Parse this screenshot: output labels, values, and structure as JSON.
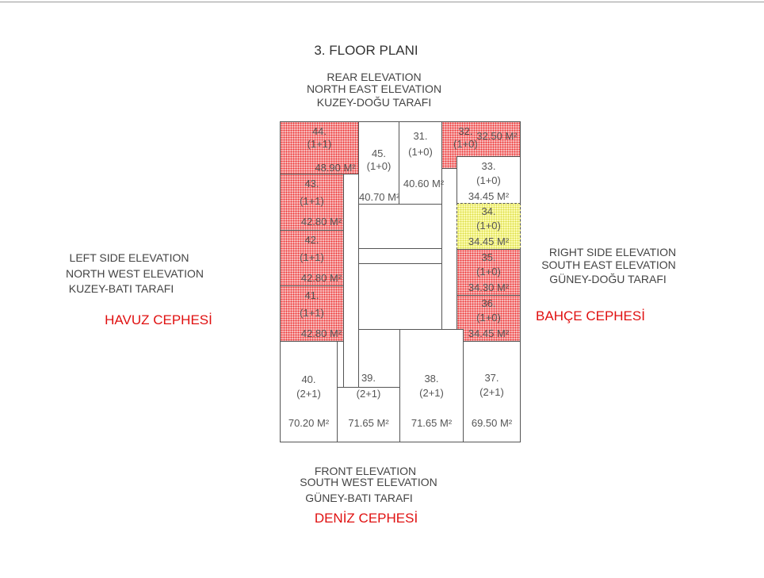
{
  "title": "3. FLOOR PLANI",
  "rear": [
    "REAR ELEVATION",
    "NORTH EAST ELEVATION",
    "KUZEY-DOĞU TARAFI"
  ],
  "left": [
    "LEFT SIDE ELEVATION",
    "NORTH WEST ELEVATION",
    "KUZEY-BATI TARAFI"
  ],
  "left_red": "HAVUZ CEPHESİ",
  "right": [
    "RIGHT SIDE ELEVATION",
    "SOUTH EAST ELEVATION",
    "GÜNEY-DOĞU TARAFI"
  ],
  "right_red": "BAHÇE CEPHESİ",
  "front": [
    "FRONT ELEVATION",
    "SOUTH WEST ELEVATION",
    "GÜNEY-BATI TARAFI"
  ],
  "front_red": "DENİZ CEPHESİ",
  "colors": {
    "sold": "#f7b8b8",
    "reserved": "#fbfbb0",
    "available": "#ffffff"
  },
  "units": [
    {
      "no": "44.",
      "type": "(1+1)",
      "area": "48.90 M²",
      "status": "sold"
    },
    {
      "no": "43.",
      "type": "(1+1)",
      "area": "42.80 M²",
      "status": "sold"
    },
    {
      "no": "42.",
      "type": "(1+1)",
      "area": "42.80 M²",
      "status": "sold"
    },
    {
      "no": "41.",
      "type": "(1+1)",
      "area": "42.80 M²",
      "status": "sold"
    },
    {
      "no": "45.",
      "type": "(1+0)",
      "area": "40.70 M²",
      "status": "available"
    },
    {
      "no": "31.",
      "type": "(1+0)",
      "area": "40.60 M²",
      "status": "available"
    },
    {
      "no": "32.",
      "type": "(1+0)",
      "area": "32.50 M²",
      "status": "sold"
    },
    {
      "no": "33.",
      "type": "(1+0)",
      "area": "34.45 M²",
      "status": "available"
    },
    {
      "no": "34.",
      "type": "(1+0)",
      "area": "34.45 M²",
      "status": "reserved"
    },
    {
      "no": "35.",
      "type": "(1+0)",
      "area": "34.30 M²",
      "status": "sold"
    },
    {
      "no": "36.",
      "type": "(1+0)",
      "area": "34.45 M²",
      "status": "sold"
    },
    {
      "no": "40.",
      "type": "(2+1)",
      "area": "70.20 M²",
      "status": "available"
    },
    {
      "no": "39.",
      "type": "(2+1)",
      "area": "71.65 M²",
      "status": "available"
    },
    {
      "no": "38.",
      "type": "(2+1)",
      "area": "71.65 M²",
      "status": "available"
    },
    {
      "no": "37.",
      "type": "(2+1)",
      "area": "69.50 M²",
      "status": "available"
    }
  ]
}
